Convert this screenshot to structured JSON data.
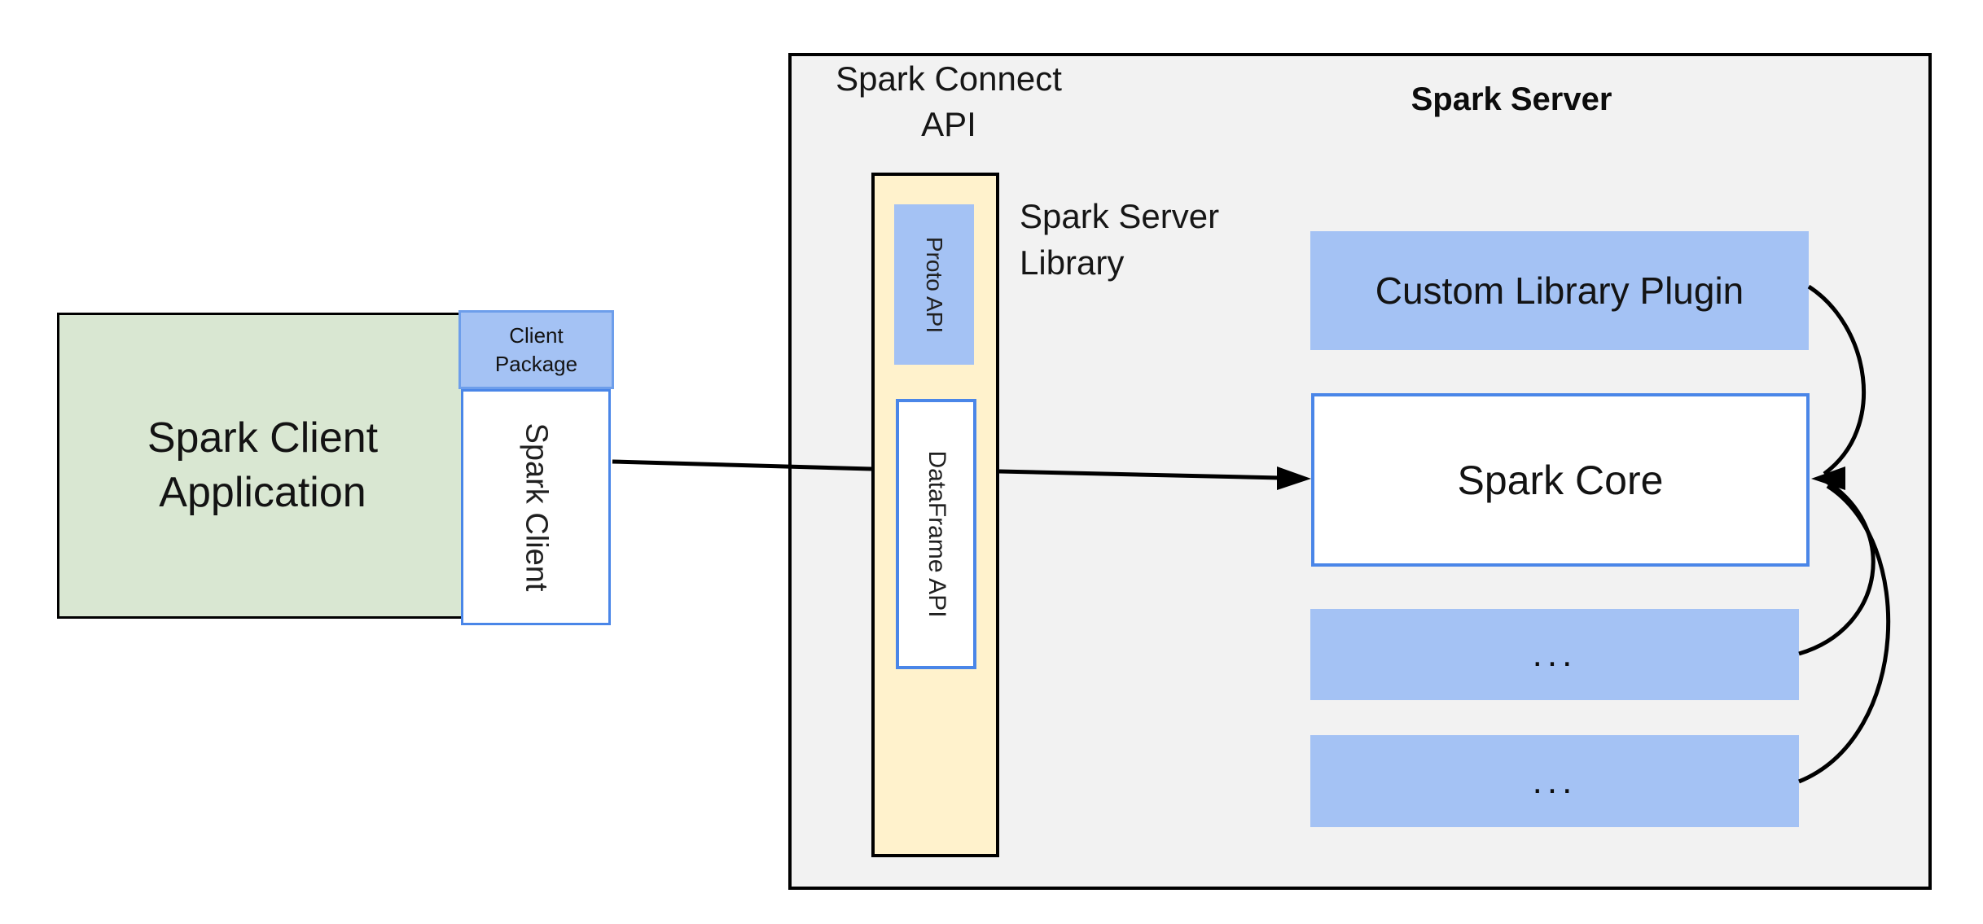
{
  "diagram": {
    "client": {
      "app_label_lines": [
        "Spark Client",
        "Application"
      ],
      "package_label_lines": [
        "Client",
        "Package"
      ],
      "spark_client_label": "Spark Client"
    },
    "connect": {
      "title_lines": [
        "Spark Connect",
        "API"
      ],
      "proto_api_label": "Proto API",
      "dataframe_api_label": "DataFrame API",
      "library_label_lines": [
        "Spark Server",
        "Library"
      ]
    },
    "server": {
      "title": "Spark Server",
      "plugin_label": "Custom Library Plugin",
      "core_label": "Spark Core",
      "ellipsis_boxes": [
        "...",
        "..."
      ]
    },
    "colors": {
      "container_fill": "#f2f2f2",
      "container_border": "#000000",
      "green_fill": "#d9e7d2",
      "blue_fill": "#a4c2f4",
      "yellow_fill": "#fff2cc",
      "blue_border": "#4a86e8",
      "package_border": "#6d9eeb",
      "connector": "#000000"
    }
  }
}
